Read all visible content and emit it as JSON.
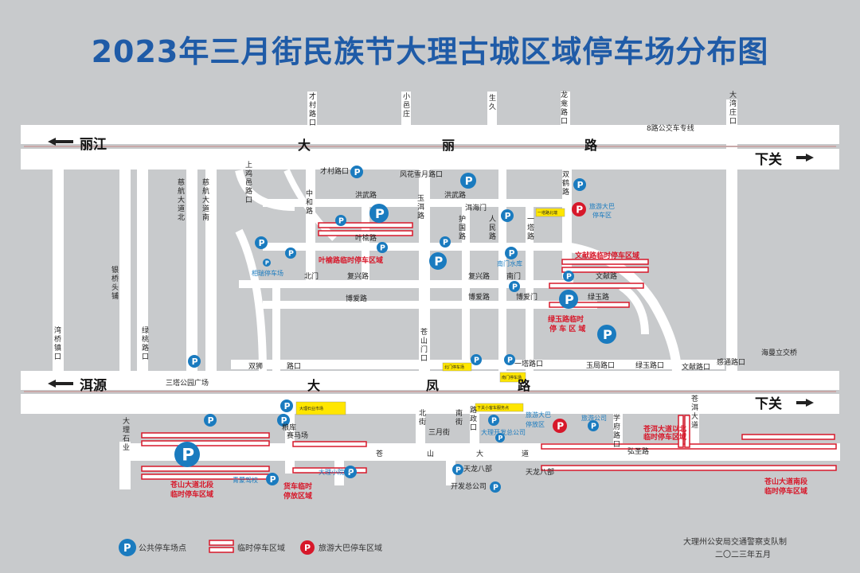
{
  "title": "2023年三月街民族节大理古城区域停车场分布图",
  "directions": {
    "lijiang": "丽江",
    "eryuan": "洱源",
    "xiaguan": "下关"
  },
  "road_labels": [
    {
      "id": "daliroad-1",
      "text": "大"
    },
    {
      "id": "daliroad-2",
      "text": "丽"
    },
    {
      "id": "daliroad-3",
      "text": "路"
    },
    {
      "id": "dafeng-1",
      "text": "大"
    },
    {
      "id": "dafeng-2",
      "text": "凤"
    },
    {
      "id": "dafeng-3",
      "text": "路"
    },
    {
      "id": "cangshan-1",
      "text": "苍"
    },
    {
      "id": "cangshan-2",
      "text": "山"
    },
    {
      "id": "cangshan-3",
      "text": "大"
    },
    {
      "id": "cangshan-4",
      "text": "道"
    },
    {
      "id": "bus8",
      "text": "8路公交车专线"
    },
    {
      "id": "caicun-top",
      "text": "才村路口"
    },
    {
      "id": "xiaoyizhuang",
      "text": "小邑庄"
    },
    {
      "id": "shengjiu",
      "text": "生久"
    },
    {
      "id": "longkan",
      "text": "龙龛路口"
    },
    {
      "id": "dawanzhuang",
      "text": "大湾庄口"
    },
    {
      "id": "shangjiyi",
      "text": "上鸡邑路口"
    },
    {
      "id": "caicun2",
      "text": "才村路口"
    },
    {
      "id": "fenghua",
      "text": "风花雪月路口"
    },
    {
      "id": "shuanghe",
      "text": "双鹤路"
    },
    {
      "id": "zhonghe",
      "text": "中和路"
    },
    {
      "id": "hongwu1",
      "text": "洪武路"
    },
    {
      "id": "hongwu2",
      "text": "洪武路"
    },
    {
      "id": "yuer",
      "text": "玉洱路"
    },
    {
      "id": "erhaimen",
      "text": "洱海门"
    },
    {
      "id": "yita1",
      "text": "一塔路"
    },
    {
      "id": "renmin",
      "text": "人民路"
    },
    {
      "id": "huguo",
      "text": "护国路"
    },
    {
      "id": "yeyu",
      "text": "叶榆路"
    },
    {
      "id": "cihang-n",
      "text": "慈航大道北"
    },
    {
      "id": "cihang-s",
      "text": "慈航大道南"
    },
    {
      "id": "yinqiao",
      "text": "银桥头铺"
    },
    {
      "id": "wanqiao",
      "text": "湾桥镇口"
    },
    {
      "id": "lvtao",
      "text": "绿桃路口"
    },
    {
      "id": "beimen",
      "text": "北门"
    },
    {
      "id": "fuxing1",
      "text": "复兴路"
    },
    {
      "id": "fuxing2",
      "text": "复兴路"
    },
    {
      "id": "nanmen",
      "text": "南门"
    },
    {
      "id": "wenxian",
      "text": "文献路"
    },
    {
      "id": "boai1",
      "text": "博爱路"
    },
    {
      "id": "boai2",
      "text": "博爱路"
    },
    {
      "id": "boaimen",
      "text": "博爱门"
    },
    {
      "id": "lvyu1",
      "text": "绿玉路"
    },
    {
      "id": "cangshanmen",
      "text": "苍山门口"
    },
    {
      "id": "shuangshi",
      "text": "双狮"
    },
    {
      "id": "lukou",
      "text": "路口"
    },
    {
      "id": "yita2",
      "text": "一塔路口"
    },
    {
      "id": "yuju",
      "text": "玉局路口"
    },
    {
      "id": "lvyu2",
      "text": "绿玉路口"
    },
    {
      "id": "wenxian2",
      "text": "文献路口"
    },
    {
      "id": "gantong",
      "text": "感通路口"
    },
    {
      "id": "haiyong",
      "text": "海曼立交桥"
    },
    {
      "id": "santa",
      "text": "三塔公园广场"
    },
    {
      "id": "cangshan-shiye",
      "text": "大理石业"
    },
    {
      "id": "liangku",
      "text": "粮库"
    },
    {
      "id": "saimachang",
      "text": "赛马场"
    },
    {
      "id": "beijie",
      "text": "北街"
    },
    {
      "id": "nanjie",
      "text": "南街"
    },
    {
      "id": "sanyue",
      "text": "三月街"
    },
    {
      "id": "lvzheng",
      "text": "路政口"
    },
    {
      "id": "xuefu",
      "text": "学府路口"
    },
    {
      "id": "canghai",
      "text": "苍洱大道"
    },
    {
      "id": "hongsheng",
      "text": "弘圣路"
    },
    {
      "id": "tianlong",
      "text": "天龙八部"
    },
    {
      "id": "tianlong2",
      "text": "天龙八部"
    },
    {
      "id": "kaifa",
      "text": "开发总公司"
    }
  ],
  "blue_labels": [
    {
      "id": "xiangyun",
      "text": "相瑞停车场"
    },
    {
      "id": "nanmen-water",
      "text": "南门水库"
    },
    {
      "id": "qingmeng",
      "text": "青蒙驾校"
    },
    {
      "id": "daliyard",
      "text": "大理小院子"
    },
    {
      "id": "kaifa-co",
      "text": "大理开发总公司"
    },
    {
      "id": "tourist-co",
      "text": "旅游公司"
    }
  ],
  "red_labels": [
    {
      "id": "yeyu-temp",
      "text": "叶榆路临时停车区域"
    },
    {
      "id": "wenxian-temp",
      "text": "文献路临时停车区域"
    },
    {
      "id": "lvyu-temp-1",
      "text": "绿玉路临时"
    },
    {
      "id": "lvyu-temp-2",
      "text": "停 车 区 域"
    },
    {
      "id": "cangshan-n-1",
      "text": "苍山大道北段"
    },
    {
      "id": "cangshan-n-2",
      "text": "临时停车区域"
    },
    {
      "id": "truck-1",
      "text": "货车临时"
    },
    {
      "id": "truck-2",
      "text": "停放区域"
    },
    {
      "id": "cangshan-s-1",
      "text": "苍山大道南段"
    },
    {
      "id": "cangshan-s-2",
      "text": "临时停车区域"
    },
    {
      "id": "cang-er-temp-1",
      "text": "苍洱大道以北"
    },
    {
      "id": "cang-er-temp-2",
      "text": "临时停车区域"
    },
    {
      "id": "bus-north-1",
      "text": "旅游大巴"
    },
    {
      "id": "bus-north-2",
      "text": "停车区"
    },
    {
      "id": "bus-south-1",
      "text": "旅游大巴"
    },
    {
      "id": "bus-south-2",
      "text": "停放区"
    }
  ],
  "yellow_tags": [
    {
      "id": "tag1",
      "text": "一塔路北端"
    },
    {
      "id": "tag2",
      "text": "北门停车场"
    },
    {
      "id": "tag3",
      "text": "南门停车场"
    },
    {
      "id": "tag4",
      "text": "大理石业市场"
    },
    {
      "id": "tag5",
      "text": "下关小客车服务点"
    }
  ],
  "legend": {
    "public": "公共停车场点",
    "temp": "临时停车区域",
    "bus": "旅游大巴停车区域"
  },
  "footer": {
    "org": "大理州公安局交通警察支队制",
    "date": "二〇二三年五月"
  },
  "colors": {
    "background": "#c8cacc",
    "road": "#ffffff",
    "title": "#1f5ba7",
    "parking_blue": "#1a7bbf",
    "temp_red": "#d7182a"
  }
}
